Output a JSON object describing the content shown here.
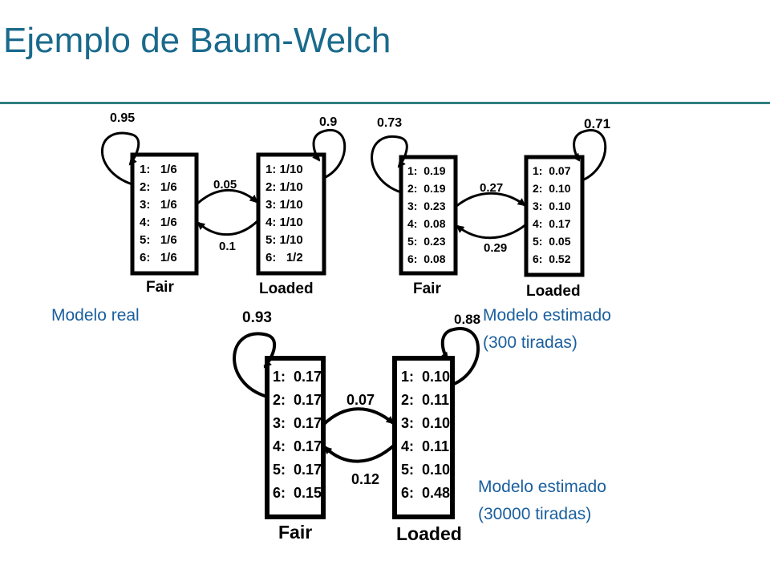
{
  "slide": {
    "title": "Ejemplo de Baum-Welch",
    "accent_color": "#2f7f80",
    "title_color": "#1a6a8c",
    "caption_color": "#1a5f9e"
  },
  "models": [
    {
      "caption": [
        "Modelo real"
      ],
      "fair": {
        "label": "Fair",
        "self_loop": "0.95",
        "emissions": [
          "1:   1/6",
          "2:   1/6",
          "3:   1/6",
          "4:   1/6",
          "5:   1/6",
          "6:   1/6"
        ]
      },
      "loaded": {
        "label": "Loaded",
        "self_loop": "0.9",
        "emissions": [
          "1: 1/10",
          "2: 1/10",
          "3: 1/10",
          "4: 1/10",
          "5: 1/10",
          "6:   1/2"
        ]
      },
      "fair_to_loaded": "0.05",
      "loaded_to_fair": "0.1"
    },
    {
      "caption": [
        "Modelo estimado",
        "(300 tiradas)"
      ],
      "fair": {
        "label": "Fair",
        "self_loop": "0.73",
        "emissions": [
          "1:  0.19",
          "2:  0.19",
          "3:  0.23",
          "4:  0.08",
          "5:  0.23",
          "6:  0.08"
        ]
      },
      "loaded": {
        "label": "Loaded",
        "self_loop": "0.71",
        "emissions": [
          "1:  0.07",
          "2:  0.10",
          "3:  0.10",
          "4:  0.17",
          "5:  0.05",
          "6:  0.52"
        ]
      },
      "fair_to_loaded": "0.27",
      "loaded_to_fair": "0.29"
    },
    {
      "caption": [
        "Modelo estimado",
        "(30000 tiradas)"
      ],
      "fair": {
        "label": "Fair",
        "self_loop": "0.93",
        "emissions": [
          "1:  0.17",
          "2:  0.17",
          "3:  0.17",
          "4:  0.17",
          "5:  0.17",
          "6:  0.15"
        ]
      },
      "loaded": {
        "label": "Loaded",
        "self_loop": "0.88",
        "emissions": [
          "1:  0.10",
          "2:  0.11",
          "3:  0.10",
          "4:  0.11",
          "5:  0.10",
          "6:  0.48"
        ]
      },
      "fair_to_loaded": "0.07",
      "loaded_to_fair": "0.12"
    }
  ]
}
